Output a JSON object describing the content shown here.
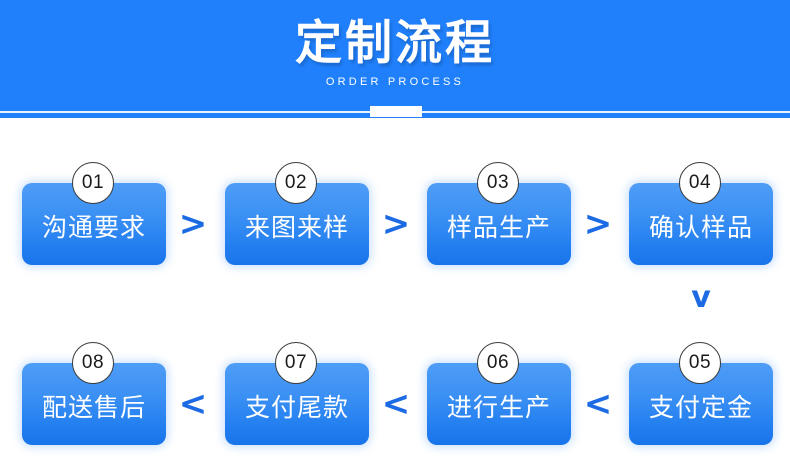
{
  "header": {
    "title": "定制流程",
    "subtitle": "ORDER PROCESS",
    "bg_color": "#2080fc",
    "text_color": "#ffffff"
  },
  "flow": {
    "box_gradient_top": "#4e9df6",
    "box_gradient_bottom": "#1874ea",
    "arrow_color": "#1c6ae4",
    "badge_bg": "#ffffff",
    "badge_border": "#3b3b3b",
    "rows": [
      {
        "name": "top-row",
        "direction": "left-to-right",
        "separator": ">",
        "steps": [
          {
            "number": "01",
            "label": "沟通要求"
          },
          {
            "number": "02",
            "label": "来图来样"
          },
          {
            "number": "03",
            "label": "样品生产"
          },
          {
            "number": "04",
            "label": "确认样品"
          }
        ]
      },
      {
        "name": "bottom-row",
        "direction": "right-to-left",
        "separator": "<",
        "steps": [
          {
            "number": "08",
            "label": "配送售后"
          },
          {
            "number": "07",
            "label": "支付尾款"
          },
          {
            "number": "06",
            "label": "进行生产"
          },
          {
            "number": "05",
            "label": "支付定金"
          }
        ]
      }
    ],
    "row_connector": "v"
  }
}
